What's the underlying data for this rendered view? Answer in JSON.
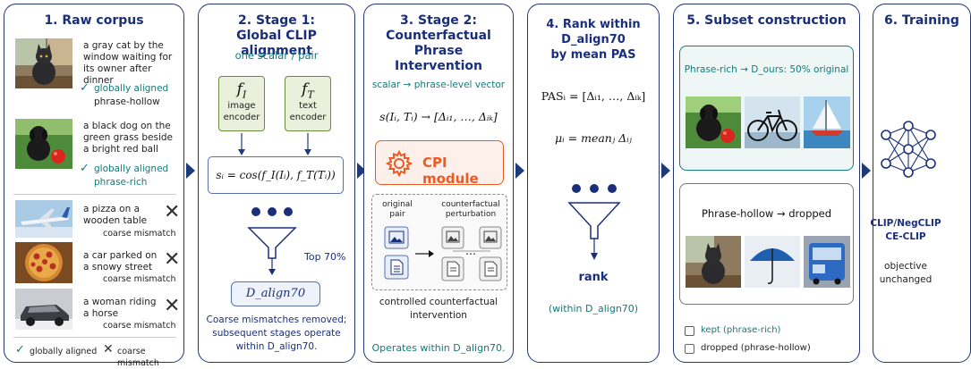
{
  "arrows": {
    "color": "#1d3a7c"
  },
  "colors": {
    "navy": "#1a2f7c",
    "teal": "#137a78",
    "orange": "#ee5a24"
  },
  "panel1": {
    "title": "1. Raw corpus",
    "items": [
      {
        "caption_lines": [
          "a gray cat by the",
          "window waiting for",
          "its owner after dinner"
        ],
        "check": "✓",
        "status1": "globally aligned",
        "status2": "phrase-hollow"
      },
      {
        "caption_lines": [
          "a black dog on the",
          "green grass beside",
          "a bright red ball"
        ],
        "check": "✓",
        "status1": "globally aligned",
        "status2": "phrase-rich"
      }
    ],
    "mismatches": [
      {
        "caption_lines": [
          "a pizza on a",
          "wooden table"
        ],
        "status": "coarse mismatch",
        "x": "✕"
      },
      {
        "caption_lines": [
          "a car parked on",
          "a snowy street"
        ],
        "status": "coarse mismatch",
        "x": "✕"
      },
      {
        "caption_lines": [
          "a woman riding",
          "a horse"
        ],
        "status": "coarse mismatch",
        "x": "✕"
      }
    ],
    "legend": {
      "check": "✓",
      "aligned": "globally aligned",
      "x": "✕",
      "mismatch": "coarse mismatch"
    }
  },
  "panel2": {
    "title_lines": [
      "2. Stage 1:",
      "Global CLIP alignment"
    ],
    "subtitle": "one scalar / pair",
    "encoders": [
      {
        "symbol": "f",
        "sub": "I",
        "lines": [
          "image",
          "encoder"
        ]
      },
      {
        "symbol": "f",
        "sub": "T",
        "lines": [
          "text",
          "encoder"
        ]
      }
    ],
    "formula": "sᵢ = cos(f_I(Iᵢ), f_T(Tᵢ))",
    "top": "Top 70%",
    "dataset": "D_align70",
    "note_lines": [
      "Coarse mismatches removed;",
      "subsequent stages operate",
      "within D_align70."
    ]
  },
  "panel3": {
    "title_lines": [
      "3. Stage 2:",
      "Counterfactual Phrase",
      "Intervention"
    ],
    "subtitle": "scalar → phrase-level vector",
    "formula": "s(Iᵢ, Tᵢ) → [Δᵢ₁, …, Δᵢₖ]",
    "module": "CPI module",
    "original_lines": [
      "original",
      "pair"
    ],
    "perturb_lines": [
      "counterfactual",
      "perturbation"
    ],
    "note_lines": [
      "controlled counterfactual",
      "intervention"
    ],
    "footer": "Operates within D_align70."
  },
  "panel4": {
    "title_lines": [
      "4. Rank within D_align70",
      "by mean PAS"
    ],
    "pas": "PASᵢ = [Δᵢ₁, …, Δᵢₖ]",
    "mu": "μᵢ = meanⱼ Δᵢⱼ",
    "rank": "rank",
    "within": "(within D_align70)"
  },
  "panel5": {
    "title": "5. Subset construction",
    "rich_label": "Phrase-rich → D_ours: 50% original",
    "hollow_label": "Phrase-hollow → dropped",
    "legend": [
      {
        "label": "kept (phrase-rich)"
      },
      {
        "label": "dropped (phrase-hollow)"
      }
    ]
  },
  "panel6": {
    "title": "6. Training",
    "models_lines": [
      "CLIP/NegCLIP",
      "CE-CLIP"
    ],
    "objective_lines": [
      "objective",
      "unchanged"
    ]
  }
}
